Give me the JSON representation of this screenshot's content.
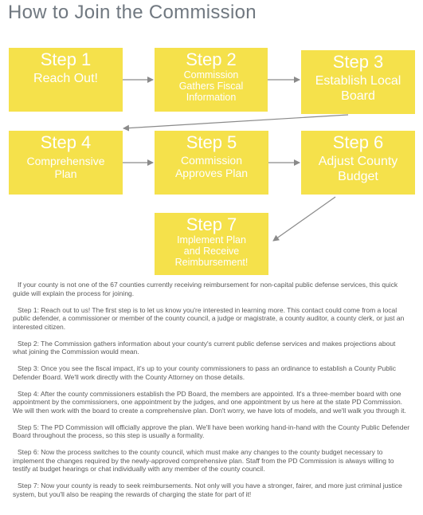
{
  "title": "How to Join the Commission",
  "steps": [
    {
      "number": "Step 1",
      "label": "Reach Out!"
    },
    {
      "number": "Step 2",
      "label": "Commission\nGathers Fiscal\nInformation"
    },
    {
      "number": "Step 3",
      "label": "Establish Local\nBoard"
    },
    {
      "number": "Step 4",
      "label": "Comprehensive\nPlan"
    },
    {
      "number": "Step 5",
      "label": "Commission\nApproves Plan"
    },
    {
      "number": "Step 6",
      "label": "Adjust County\nBudget"
    },
    {
      "number": "Step 7",
      "label": "Implement Plan\nand Receive\nReimbursement!"
    }
  ],
  "paragraphs": [
    "If your county is not one of the 67 counties currently receiving reimbursement for non-capital public defense services, this quick guide will explain the process for joining.",
    "Step 1: Reach out to us! The first step is to let us know you're interested in learning more. This contact could come from a local public defender, a commissioner or member of the county council, a judge or magistrate, a county auditor, a county clerk, or just an interested citizen.",
    "Step 2: The Commission gathers information about your county's current public defense services and makes projections about what joining the Commission would mean.",
    "Step 3: Once you see the fiscal impact, it's up to your county commissioners to pass an ordinance to establish a County Public Defender Board. We'll work directly with the County Attorney on those details.",
    "Step 4: After the county commissioners establish the PD Board, the members are appointed. It's a three-member board with one appointment by the commissioners, one appointment by the judges, and one appointment by us here at the state PD Commission. We will then work with the board to create a comprehensive plan. Don't worry, we have lots of models, and we'll walk you through it.",
    "Step 5: The PD Commission will officially approve the plan. We'll have been working hand-in-hand with the County Public Defender Board throughout the process, so this step is usually a formality.",
    "Step 6: Now the process switches to the county council, which must make any changes to the county budget necessary to implement the changes required by the newly-approved comprehensive plan. Staff from the PD Commission is always willing to testify at budget hearings or chat individually with any member of the county council.",
    "Step 7: Now your county is ready to seek reimbursements. Not only will you have a stronger, fairer, and more just criminal justice system, but you'll also be reaping the rewards of charging the state for part of it!"
  ],
  "colors": {
    "box_fill": "#f5e14b",
    "box_text": "#ffffff",
    "arrow": "#8a8a8a",
    "title": "#707880",
    "body_text": "#5a5a5a"
  }
}
